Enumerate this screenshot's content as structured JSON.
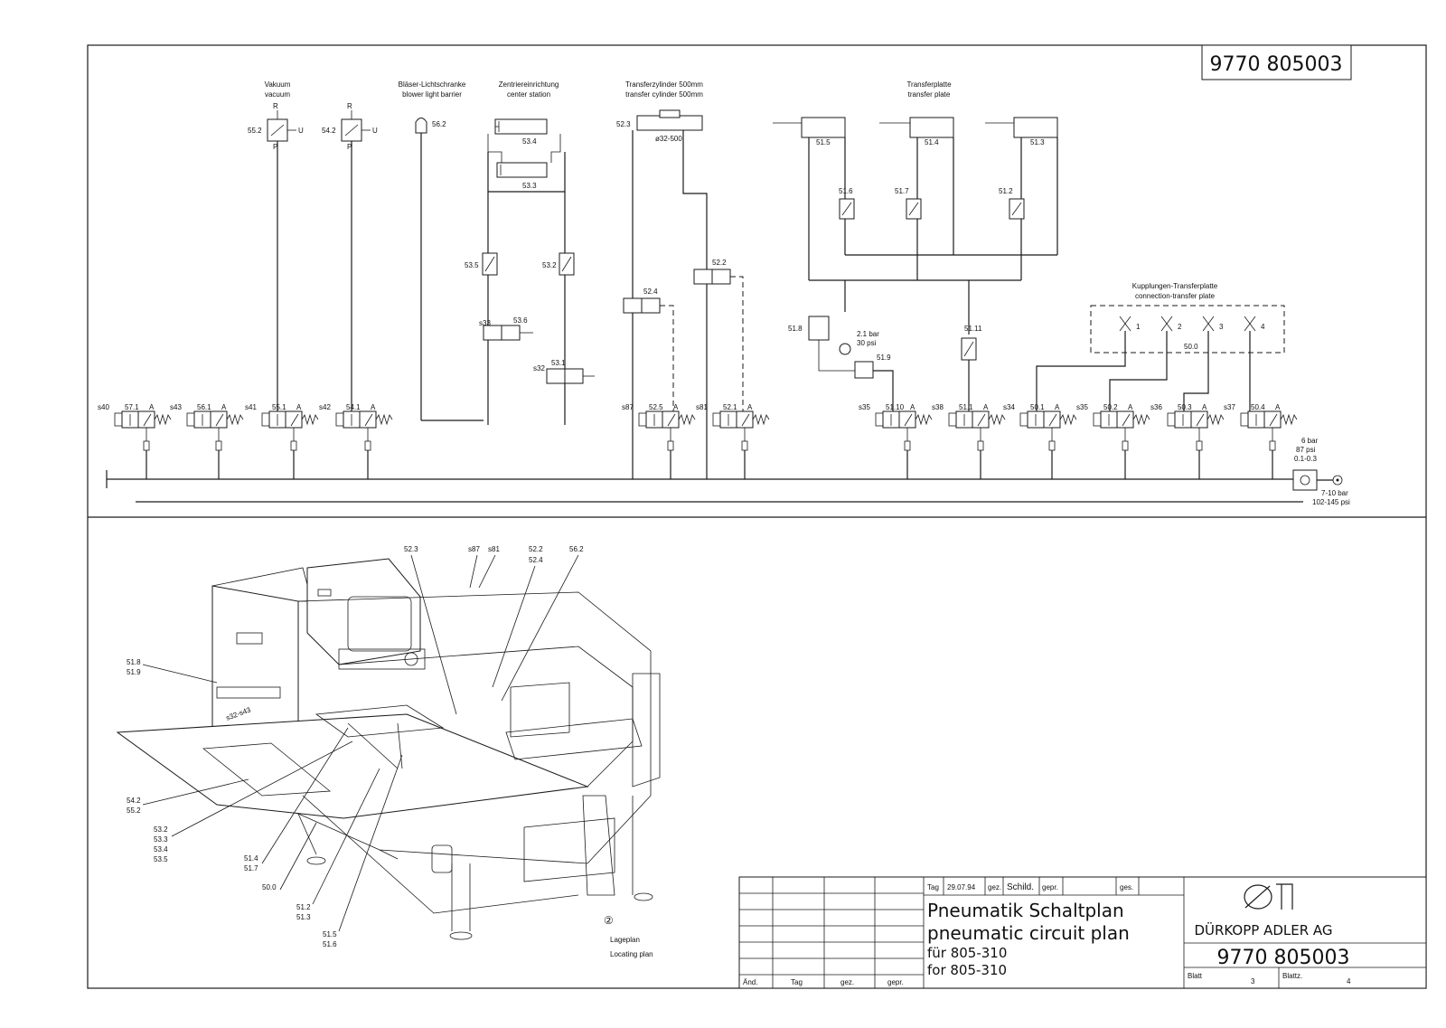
{
  "drawing_number": "9770 805003",
  "headers": {
    "vacuum_de": "Vakuum",
    "vacuum_en": "vacuum",
    "blower_de": "Bläser-Lichtschranke",
    "blower_en": "blower light barrier",
    "center_de": "Zentriereinrichtung",
    "center_en": "center station",
    "transfer_cyl_de": "Transferzylinder 500mm",
    "transfer_cyl_en": "transfer cylinder 500mm",
    "transfer_plate_de": "Transferplatte",
    "transfer_plate_en": "transfer plate",
    "coupling_de": "Kupplungen-Transferplatte",
    "coupling_en": "connection-transfer plate"
  },
  "circuit_labels": {
    "c55_2": "55.2",
    "c54_2": "54.2",
    "c56_2": "56.2",
    "c53_4": "53.4",
    "c53_3": "53.3",
    "c53_5": "53.5",
    "c53_2": "53.2",
    "c53_6": "53.6",
    "c53_1": "53.1",
    "s33": "s33",
    "s32": "s32",
    "c52_3": "52.3",
    "c_bore": "ø32-500",
    "c52_4": "52.4",
    "c52_2": "52.2",
    "c51_5": "51.5",
    "c51_4": "51.4",
    "c51_3": "51.3",
    "c51_6": "51.6",
    "c51_7": "51.7",
    "c51_2": "51.2",
    "c51_8": "51.8",
    "c51_9": "51.9",
    "c51_11": "51.11",
    "bar21": "2.1 bar",
    "psi30": "30 psi",
    "c50_0": "50.0",
    "supply_bar": "6 bar",
    "supply_psi": "87 psi",
    "supply_range": "0.1-0.3",
    "inlet_bar": "7-10 bar",
    "inlet_psi": "102-145 psi"
  },
  "coupling_numbers": [
    "1",
    "2",
    "3",
    "4"
  ],
  "valve_row": [
    {
      "s": "s40",
      "id": "57.1"
    },
    {
      "s": "s43",
      "id": "56.1"
    },
    {
      "s": "s41",
      "id": "55.1"
    },
    {
      "s": "s42",
      "id": "54.1"
    },
    {
      "s": "s87",
      "id": "52.5"
    },
    {
      "s": "s81",
      "id": "52.1"
    },
    {
      "s": "s35",
      "id": "51.10"
    },
    {
      "s": "s38",
      "id": "51.1"
    },
    {
      "s": "s34",
      "id": "50.1"
    },
    {
      "s": "s35",
      "id": "50.2"
    },
    {
      "s": "s36",
      "id": "50.3"
    },
    {
      "s": "s37",
      "id": "50.4"
    }
  ],
  "machine_labels": {
    "top": [
      "52.3",
      "s87",
      "s81",
      "52.2",
      "52.4",
      "56.2"
    ],
    "l51_8": "51.8",
    "l51_9": "51.9",
    "l_s": "s32-s43",
    "l54_2": "54.2",
    "l55_2": "55.2",
    "l53_2": "53.2",
    "l53_3": "53.3",
    "l53_4": "53.4",
    "l53_5": "53.5",
    "l51_4": "51.4",
    "l51_7": "51.7",
    "l50_0": "50.0",
    "l51_2": "51.2",
    "l51_3": "51.3",
    "l51_5": "51.5",
    "l51_6": "51.6",
    "circle2": "②",
    "locating_de": "Lageplan",
    "locating_en": "Locating plan"
  },
  "title_block": {
    "tag_label": "Tag",
    "date": "29.07.94",
    "gez_label": "gez.",
    "drawn_by": "Schild.",
    "gepr_label": "gepr.",
    "ges_label": "ges.",
    "title_de": "Pneumatik Schaltplan",
    "title_en": "pneumatic circuit plan",
    "for_de": "für 805-310",
    "for_en": "for 805-310",
    "company": "DÜRKOPP ADLER AG",
    "number": "9770 805003",
    "blatt_label": "Blatt",
    "blatt_value": "3",
    "blattz_label": "Blattz.",
    "blattz_value": "4",
    "rev_and": "Änd.",
    "rev_tag": "Tag",
    "rev_gez": "gez.",
    "rev_gepr": "gepr."
  }
}
